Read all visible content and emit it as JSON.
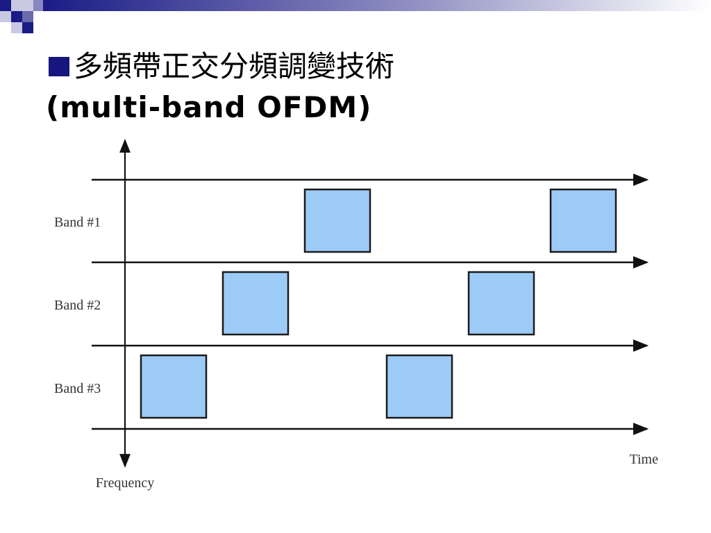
{
  "slide": {
    "title_cjk": "多頻帶正交分頻調變技術",
    "title_en": "(multi-band OFDM)"
  },
  "diagram": {
    "bands": [
      {
        "label": "Band #1",
        "slots": [
          3,
          6
        ]
      },
      {
        "label": "Band #2",
        "slots": [
          2,
          5
        ]
      },
      {
        "label": "Band #3",
        "slots": [
          1,
          4
        ]
      }
    ],
    "x_axis_label": "Time",
    "y_axis_label": "Frequency"
  },
  "colors": {
    "accent": "#16167e",
    "block_fill": "#9dcbf7",
    "block_stroke": "#1a1a1a",
    "axis": "#111111"
  }
}
